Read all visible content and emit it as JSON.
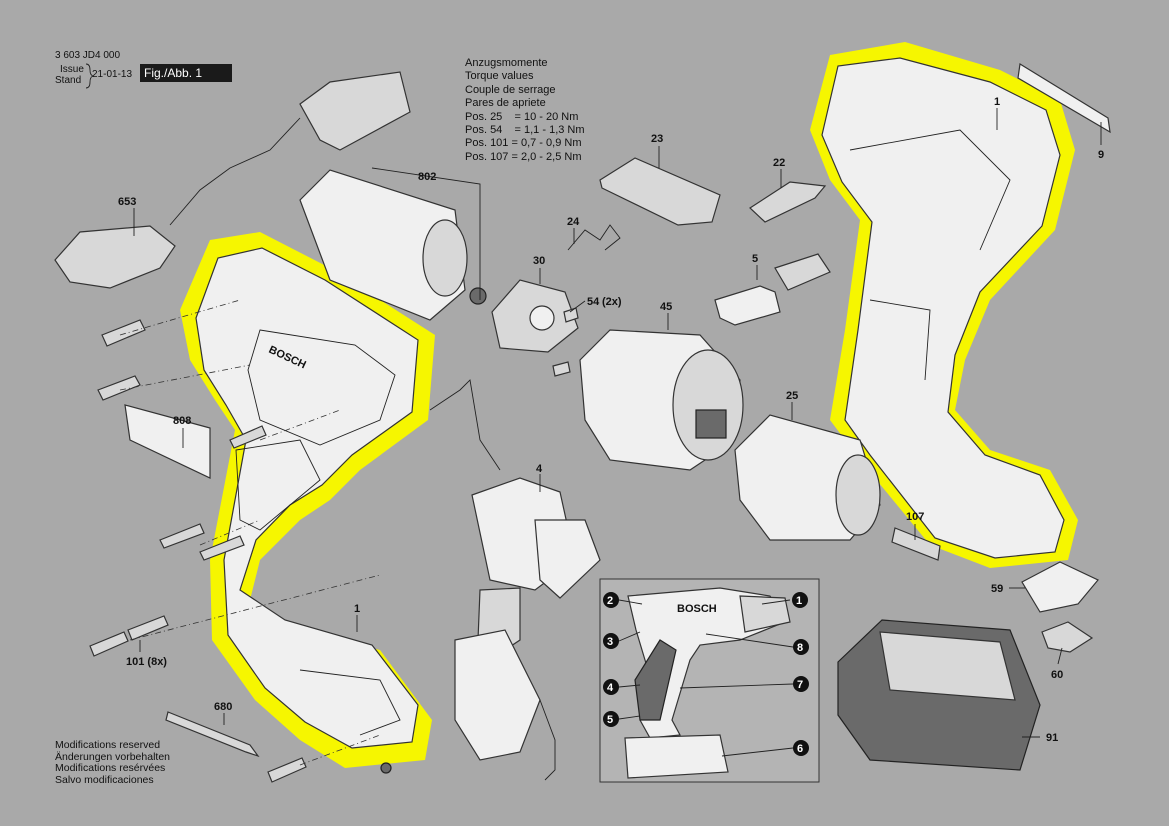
{
  "header": {
    "doc_number": "3 603 JD4 000",
    "issue_label": "Issue",
    "stand_label": "Stand",
    "date": "21-01-13",
    "figure_label": "Fig./Abb. 1"
  },
  "torque": {
    "title_de": "Anzugsmomente",
    "title_en": "Torque values",
    "title_fr": "Couple de serrage",
    "title_es": "Pares de apriete",
    "values": [
      "Pos. 25    = 10 - 20 Nm",
      "Pos. 54    = 1,1 - 1,3 Nm",
      "Pos. 101 = 0,7 - 0,9 Nm",
      "Pos. 107 = 2,0 - 2,5 Nm"
    ]
  },
  "footer": {
    "lines": [
      "Modifications reserved",
      "Änderungen vorbehalten",
      "Modifications resérvées",
      "Salvo modificaciones"
    ]
  },
  "parts": {
    "p653": "653",
    "p802": "802",
    "p23": "23",
    "p22": "22",
    "p1_right": "1",
    "p9": "9",
    "p24": "24",
    "p30": "30",
    "p54": "54",
    "p54_qty": "(2x)",
    "p5": "5",
    "p45": "45",
    "p808": "808",
    "p4": "4",
    "p25": "25",
    "p107": "107",
    "p1_left": "1",
    "p59": "59",
    "p60": "60",
    "p101": "101 (8x)",
    "p680": "680",
    "p91": "91"
  },
  "inset": {
    "brand": "BOSCH",
    "callouts": [
      "1",
      "2",
      "3",
      "4",
      "5",
      "6",
      "7",
      "8"
    ]
  },
  "housing_brand": "BOSCH",
  "colors": {
    "background": "#a9a9a9",
    "highlight": "#f6f600"
  }
}
